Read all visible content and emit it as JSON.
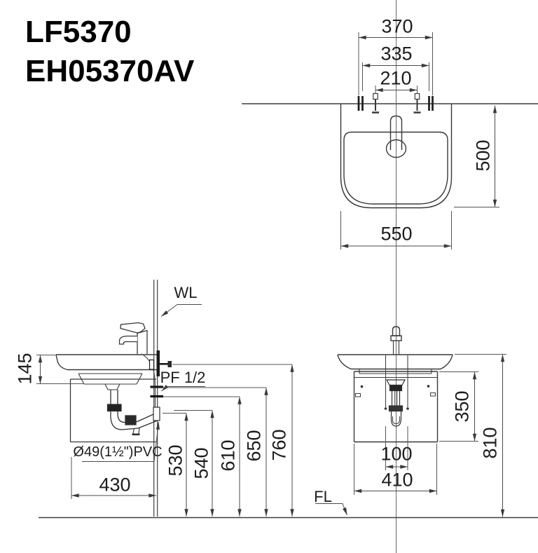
{
  "product": {
    "model_basin": "LF5370",
    "model_cabinet": "EH05370AV"
  },
  "plan_view": {
    "dim_hole_span_outer": "370",
    "dim_hole_span_mid": "335",
    "dim_hole_span_inner": "210",
    "dim_depth": "500",
    "dim_width": "550"
  },
  "side_view": {
    "label_wall_line": "WL",
    "label_supply_thread": "PF 1/2",
    "label_drain_pipe": "Ø49(1½\")PVC",
    "dim_rim_thickness": "145",
    "dim_cabinet_depth": "430",
    "dim_trap_outlet_height": "530",
    "dim_drain_height": "540",
    "dim_supply_low_height": "610",
    "dim_supply_high_height": "650",
    "dim_bracket_height": "760"
  },
  "front_view": {
    "dim_cabinet_height": "350",
    "dim_rim_height": "810",
    "dim_drain_spacing": "100",
    "dim_cabinet_width": "410",
    "label_floor_line": "FL"
  },
  "colors": {
    "line": "#383838",
    "dim_line": "#4a4a4a",
    "text": "#1d1d1d",
    "background": "#ffffff"
  }
}
